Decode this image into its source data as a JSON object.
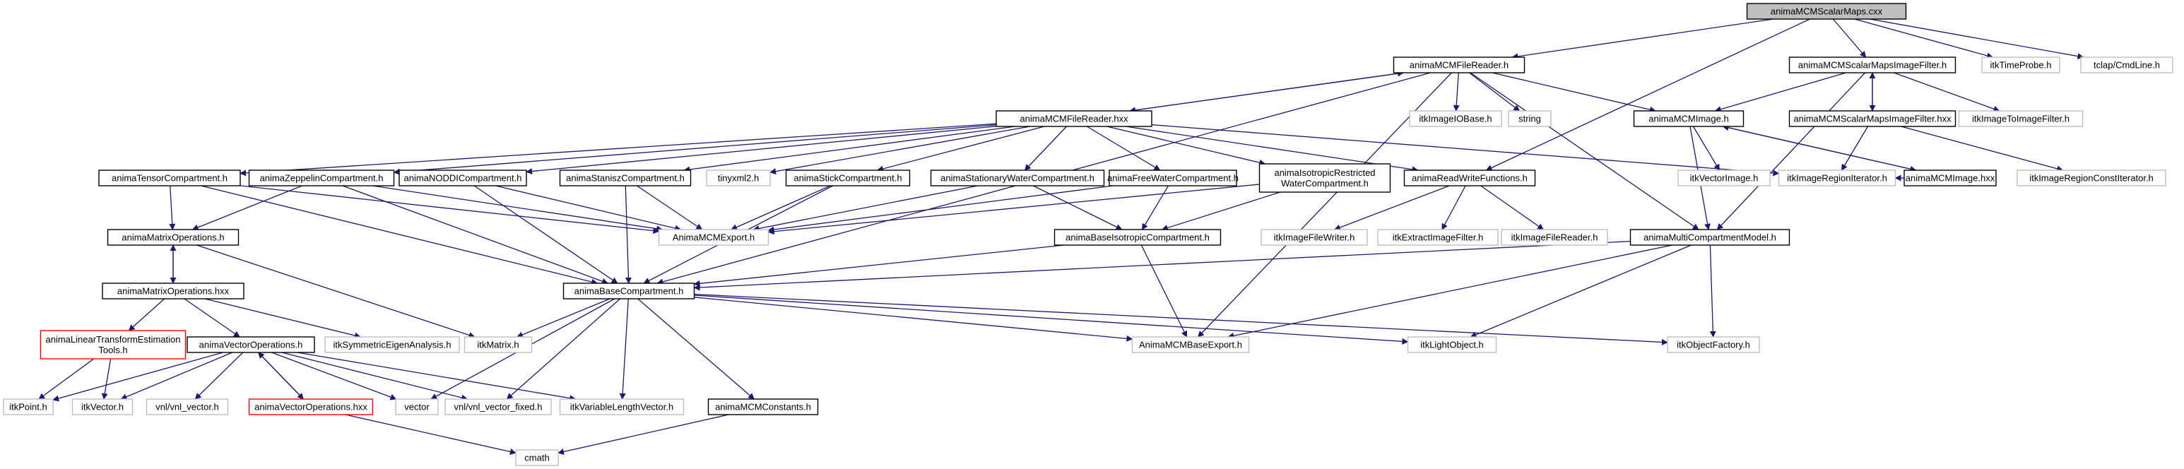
{
  "colors": {
    "edge": "#191970",
    "border_normal": "#000000",
    "border_leaf": "#bfbfbf",
    "border_truncated": "#ff0000",
    "fill_root": "#bfbfbf",
    "fill_normal": "#ffffff"
  },
  "nodes": [
    {
      "id": "n1",
      "lines": [
        "animaMCMScalarMaps.cxx"
      ],
      "style": "root"
    },
    {
      "id": "n2",
      "lines": [
        "animaMCMFileReader.h"
      ],
      "style": "normal"
    },
    {
      "id": "n3",
      "lines": [
        "animaMCMScalarMapsImageFilter.h"
      ],
      "style": "normal"
    },
    {
      "id": "n4",
      "lines": [
        "itkTimeProbe.h"
      ],
      "style": "leaf"
    },
    {
      "id": "n5",
      "lines": [
        "tclap/CmdLine.h"
      ],
      "style": "leaf"
    },
    {
      "id": "n6",
      "lines": [
        "animaMCMFileReader.hxx"
      ],
      "style": "normal"
    },
    {
      "id": "n7",
      "lines": [
        "itkImageIOBase.h"
      ],
      "style": "leaf"
    },
    {
      "id": "n8",
      "lines": [
        "string"
      ],
      "style": "leaf"
    },
    {
      "id": "n9",
      "lines": [
        "animaMCMImage.h"
      ],
      "style": "normal"
    },
    {
      "id": "n10",
      "lines": [
        "animaMCMScalarMapsImageFilter.hxx"
      ],
      "style": "normal"
    },
    {
      "id": "n11",
      "lines": [
        "itkImageToImageFilter.h"
      ],
      "style": "leaf"
    },
    {
      "id": "n12",
      "lines": [
        "animaTensorCompartment.h"
      ],
      "style": "normal"
    },
    {
      "id": "n13",
      "lines": [
        "animaZeppelinCompartment.h"
      ],
      "style": "normal"
    },
    {
      "id": "n14",
      "lines": [
        "animaNODDICompartment.h"
      ],
      "style": "normal"
    },
    {
      "id": "n15",
      "lines": [
        "animaStaniszCompartment.h"
      ],
      "style": "normal"
    },
    {
      "id": "n16",
      "lines": [
        "tinyxml2.h"
      ],
      "style": "leaf"
    },
    {
      "id": "n17",
      "lines": [
        "animaStickCompartment.h"
      ],
      "style": "normal"
    },
    {
      "id": "n18",
      "lines": [
        "animaStationaryWaterCompartment.h"
      ],
      "style": "normal"
    },
    {
      "id": "n19",
      "lines": [
        "animaFreeWaterCompartment.h"
      ],
      "style": "normal"
    },
    {
      "id": "n20",
      "lines": [
        "animaIsotropicRestricted",
        "WaterCompartment.h"
      ],
      "style": "normal"
    },
    {
      "id": "n21",
      "lines": [
        "animaReadWriteFunctions.h"
      ],
      "style": "normal"
    },
    {
      "id": "n22",
      "lines": [
        "itkVectorImage.h"
      ],
      "style": "leaf"
    },
    {
      "id": "n23",
      "lines": [
        "itkImageRegionIterator.h"
      ],
      "style": "leaf"
    },
    {
      "id": "n24",
      "lines": [
        "animaMCMImage.hxx"
      ],
      "style": "normal"
    },
    {
      "id": "n25",
      "lines": [
        "itkImageRegionConstIterator.h"
      ],
      "style": "leaf"
    },
    {
      "id": "n26",
      "lines": [
        "animaMatrixOperations.h"
      ],
      "style": "normal"
    },
    {
      "id": "n27",
      "lines": [
        "AnimaMCMExport.h"
      ],
      "style": "leaf"
    },
    {
      "id": "n28",
      "lines": [
        "animaBaseIsotropicCompartment.h"
      ],
      "style": "normal"
    },
    {
      "id": "n29",
      "lines": [
        "itkImageFileWriter.h"
      ],
      "style": "leaf"
    },
    {
      "id": "n30",
      "lines": [
        "itkExtractImageFilter.h"
      ],
      "style": "leaf"
    },
    {
      "id": "n31",
      "lines": [
        "itkImageFileReader.h"
      ],
      "style": "leaf"
    },
    {
      "id": "n32",
      "lines": [
        "animaMultiCompartmentModel.h"
      ],
      "style": "normal"
    },
    {
      "id": "n33",
      "lines": [
        "animaMatrixOperations.hxx"
      ],
      "style": "normal"
    },
    {
      "id": "n34",
      "lines": [
        "animaBaseCompartment.h"
      ],
      "style": "normal"
    },
    {
      "id": "n35",
      "lines": [
        "animaLinearTransformEstimation",
        "Tools.h"
      ],
      "style": "truncated"
    },
    {
      "id": "n36",
      "lines": [
        "animaVectorOperations.h"
      ],
      "style": "normal"
    },
    {
      "id": "n37",
      "lines": [
        "itkSymmetricEigenAnalysis.h"
      ],
      "style": "leaf"
    },
    {
      "id": "n38",
      "lines": [
        "itkMatrix.h"
      ],
      "style": "leaf"
    },
    {
      "id": "n39",
      "lines": [
        "AnimaMCMBaseExport.h"
      ],
      "style": "leaf"
    },
    {
      "id": "n40",
      "lines": [
        "itkLightObject.h"
      ],
      "style": "leaf"
    },
    {
      "id": "n41",
      "lines": [
        "itkObjectFactory.h"
      ],
      "style": "leaf"
    },
    {
      "id": "n42",
      "lines": [
        "itkPoint.h"
      ],
      "style": "leaf"
    },
    {
      "id": "n43",
      "lines": [
        "itkVector.h"
      ],
      "style": "leaf"
    },
    {
      "id": "n44",
      "lines": [
        "vnl/vnl_vector.h"
      ],
      "style": "leaf"
    },
    {
      "id": "n45",
      "lines": [
        "animaVectorOperations.hxx"
      ],
      "style": "truncated"
    },
    {
      "id": "n46",
      "lines": [
        "vector"
      ],
      "style": "leaf"
    },
    {
      "id": "n47",
      "lines": [
        "vnl/vnl_vector_fixed.h"
      ],
      "style": "leaf"
    },
    {
      "id": "n48",
      "lines": [
        "itkVariableLengthVector.h"
      ],
      "style": "leaf"
    },
    {
      "id": "n49",
      "lines": [
        "animaMCMConstants.h"
      ],
      "style": "normal"
    },
    {
      "id": "n50",
      "lines": [
        "cmath"
      ],
      "style": "leaf"
    }
  ],
  "edges": [
    [
      "n1",
      "n2"
    ],
    [
      "n1",
      "n3"
    ],
    [
      "n1",
      "n4"
    ],
    [
      "n1",
      "n5"
    ],
    [
      "n1",
      "n21"
    ],
    [
      "n2",
      "n6"
    ],
    [
      "n2",
      "n7"
    ],
    [
      "n2",
      "n8"
    ],
    [
      "n2",
      "n9"
    ],
    [
      "n2",
      "n32"
    ],
    [
      "n2",
      "n34"
    ],
    [
      "n2",
      "n39"
    ],
    [
      "n6",
      "n2"
    ],
    [
      "n6",
      "n12"
    ],
    [
      "n6",
      "n13"
    ],
    [
      "n6",
      "n14"
    ],
    [
      "n6",
      "n15"
    ],
    [
      "n6",
      "n16"
    ],
    [
      "n6",
      "n17"
    ],
    [
      "n6",
      "n18"
    ],
    [
      "n6",
      "n19"
    ],
    [
      "n6",
      "n20"
    ],
    [
      "n6",
      "n21"
    ],
    [
      "n6",
      "n23"
    ],
    [
      "n3",
      "n9"
    ],
    [
      "n3",
      "n10"
    ],
    [
      "n3",
      "n11"
    ],
    [
      "n3",
      "n32"
    ],
    [
      "n10",
      "n3"
    ],
    [
      "n10",
      "n23"
    ],
    [
      "n10",
      "n25"
    ],
    [
      "n9",
      "n22"
    ],
    [
      "n9",
      "n24"
    ],
    [
      "n9",
      "n32"
    ],
    [
      "n24",
      "n9"
    ],
    [
      "n24",
      "n23"
    ],
    [
      "n12",
      "n26"
    ],
    [
      "n12",
      "n27"
    ],
    [
      "n12",
      "n34"
    ],
    [
      "n13",
      "n26"
    ],
    [
      "n13",
      "n27"
    ],
    [
      "n13",
      "n34"
    ],
    [
      "n14",
      "n27"
    ],
    [
      "n14",
      "n34"
    ],
    [
      "n15",
      "n27"
    ],
    [
      "n15",
      "n34"
    ],
    [
      "n17",
      "n27"
    ],
    [
      "n17",
      "n34"
    ],
    [
      "n18",
      "n27"
    ],
    [
      "n18",
      "n28"
    ],
    [
      "n19",
      "n27"
    ],
    [
      "n19",
      "n28"
    ],
    [
      "n20",
      "n27"
    ],
    [
      "n20",
      "n28"
    ],
    [
      "n21",
      "n29"
    ],
    [
      "n21",
      "n30"
    ],
    [
      "n21",
      "n31"
    ],
    [
      "n26",
      "n33"
    ],
    [
      "n26",
      "n38"
    ],
    [
      "n33",
      "n26"
    ],
    [
      "n33",
      "n35"
    ],
    [
      "n33",
      "n36"
    ],
    [
      "n33",
      "n37"
    ],
    [
      "n28",
      "n34"
    ],
    [
      "n28",
      "n39"
    ],
    [
      "n32",
      "n34"
    ],
    [
      "n32",
      "n39"
    ],
    [
      "n32",
      "n40"
    ],
    [
      "n32",
      "n41"
    ],
    [
      "n34",
      "n38"
    ],
    [
      "n34",
      "n39"
    ],
    [
      "n34",
      "n40"
    ],
    [
      "n34",
      "n41"
    ],
    [
      "n34",
      "n46"
    ],
    [
      "n34",
      "n47"
    ],
    [
      "n34",
      "n48"
    ],
    [
      "n34",
      "n49"
    ],
    [
      "n35",
      "n42"
    ],
    [
      "n35",
      "n43"
    ],
    [
      "n36",
      "n42"
    ],
    [
      "n36",
      "n43"
    ],
    [
      "n36",
      "n44"
    ],
    [
      "n36",
      "n45"
    ],
    [
      "n36",
      "n46"
    ],
    [
      "n36",
      "n47"
    ],
    [
      "n36",
      "n48"
    ],
    [
      "n45",
      "n36"
    ],
    [
      "n45",
      "n50"
    ],
    [
      "n49",
      "n50"
    ]
  ]
}
